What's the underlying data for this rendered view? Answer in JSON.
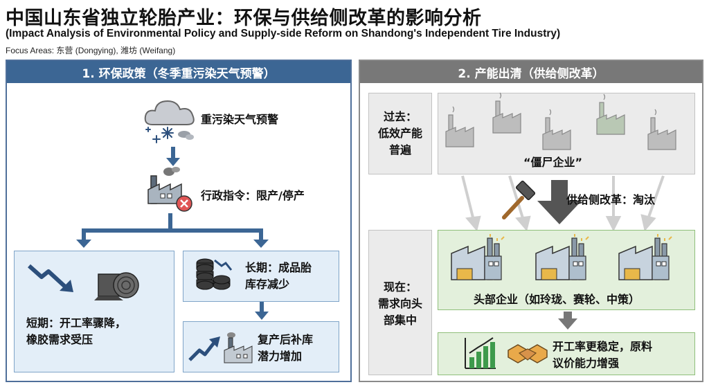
{
  "header": {
    "title_zh": "中国山东省独立轮胎产业：环保与供给侧改革的影响分析",
    "title_en": "(Impact Analysis of Environmental Policy and Supply-side Reform on Shandong's Independent Tire Industry)",
    "focus": "Focus Areas: 东营 (Dongying), 潍坊 (Weifang)"
  },
  "left_panel": {
    "title": "1. 环保政策（冬季重污染天气预警）",
    "alert_label": "重污染天气预警",
    "directive_label": "行政指令：限产/停产",
    "short_term_line1": "短期：开工率骤降，",
    "short_term_line2": "橡胶需求受压",
    "long_term_line1": "长期：成品胎",
    "long_term_line2": "库存减少",
    "restock_line1": "复产后补库",
    "restock_line2": "潜力增加"
  },
  "right_panel": {
    "title": "2. 产能出清（供给侧改革）",
    "past_line1": "过去：",
    "past_line2": "低效产能",
    "past_line3": "普遍",
    "zombie_label": "“僵尸企业”",
    "reform_label": "供给侧改革：淘汰",
    "now_line1": "现在：",
    "now_line2": "需求向头",
    "now_line3": "部集中",
    "leaders_label": "头部企业（如玲珑、赛轮、中策）",
    "outcome_line1": "开工率更稳定，原料",
    "outcome_line2": "议价能力增强"
  },
  "colors": {
    "left_accent": "#3c6694",
    "right_accent": "#787878",
    "light_blue": "#e3eef8",
    "light_green": "#e3f0dc",
    "light_grey": "#ebebeb",
    "alert_red": "#e05555"
  },
  "icons": [
    "snow-cloud-icon",
    "factory-stop-icon",
    "down-trend-arrow-icon",
    "rubber-roll-icon",
    "tire-stack-icon",
    "up-trend-arrow-icon",
    "factory-icon",
    "zombie-factory-icon",
    "hammer-icon",
    "modern-factory-icon",
    "bar-chart-icon",
    "handshake-icon"
  ]
}
